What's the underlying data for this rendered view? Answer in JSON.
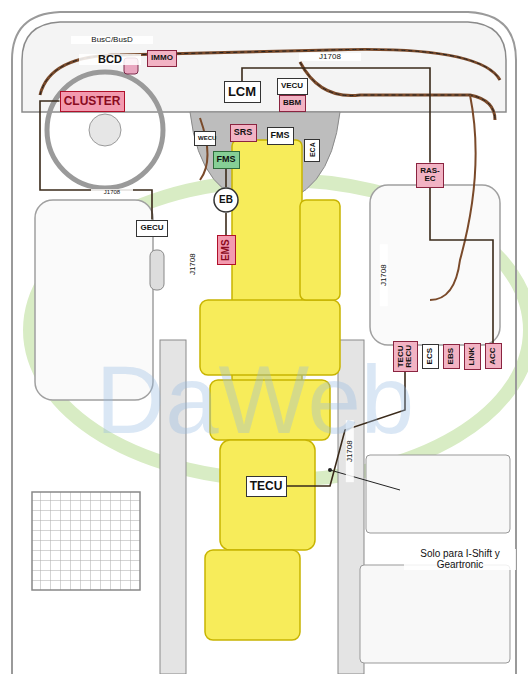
{
  "diagram": {
    "nodes": [
      {
        "text": [
          "IMMO"
        ]
      },
      {
        "text": [
          "CLUSTER"
        ]
      },
      {
        "text": [
          "LCM"
        ]
      },
      {
        "text": [
          "VECU"
        ]
      },
      {
        "text": [
          "BBM"
        ]
      },
      {
        "text": [
          "WECU"
        ]
      },
      {
        "text": [
          "SRS"
        ]
      },
      {
        "text": [
          "FMS"
        ]
      },
      {
        "text": [
          "FMS"
        ]
      },
      {
        "text": [
          "ECA"
        ]
      },
      {
        "text": [
          "RAS- EC"
        ]
      },
      {
        "text": [
          "EB"
        ]
      },
      {
        "text": [
          "EMS"
        ]
      },
      {
        "text": [
          "GECU"
        ]
      },
      {
        "text": [
          "TECU RECU"
        ]
      },
      {
        "text": [
          "ECS"
        ]
      },
      {
        "text": [
          "EBS"
        ]
      },
      {
        "text": [
          "LINK"
        ]
      },
      {
        "text": [
          "ACC"
        ]
      },
      {
        "text": [
          "TECU"
        ]
      }
    ],
    "edges": [
      {
        "from": 1,
        "to": 13,
        "arrow": "none"
      },
      {
        "from": 2,
        "to": 10,
        "arrow": "none"
      },
      {
        "from": 10,
        "to": 18,
        "arrow": "none"
      },
      {
        "from": 14,
        "to": 19,
        "arrow": "none"
      },
      {
        "from": 8,
        "to": 11,
        "arrow": "none"
      },
      {
        "from": 11,
        "to": 12,
        "arrow": "none"
      }
    ],
    "labels": [
      "BusC/BusD",
      "BCD",
      "J1708",
      "J1708",
      "J1708",
      "J1708",
      "J1708",
      "Solo para I-Shift y Geartronic",
      "DaWeb"
    ]
  }
}
